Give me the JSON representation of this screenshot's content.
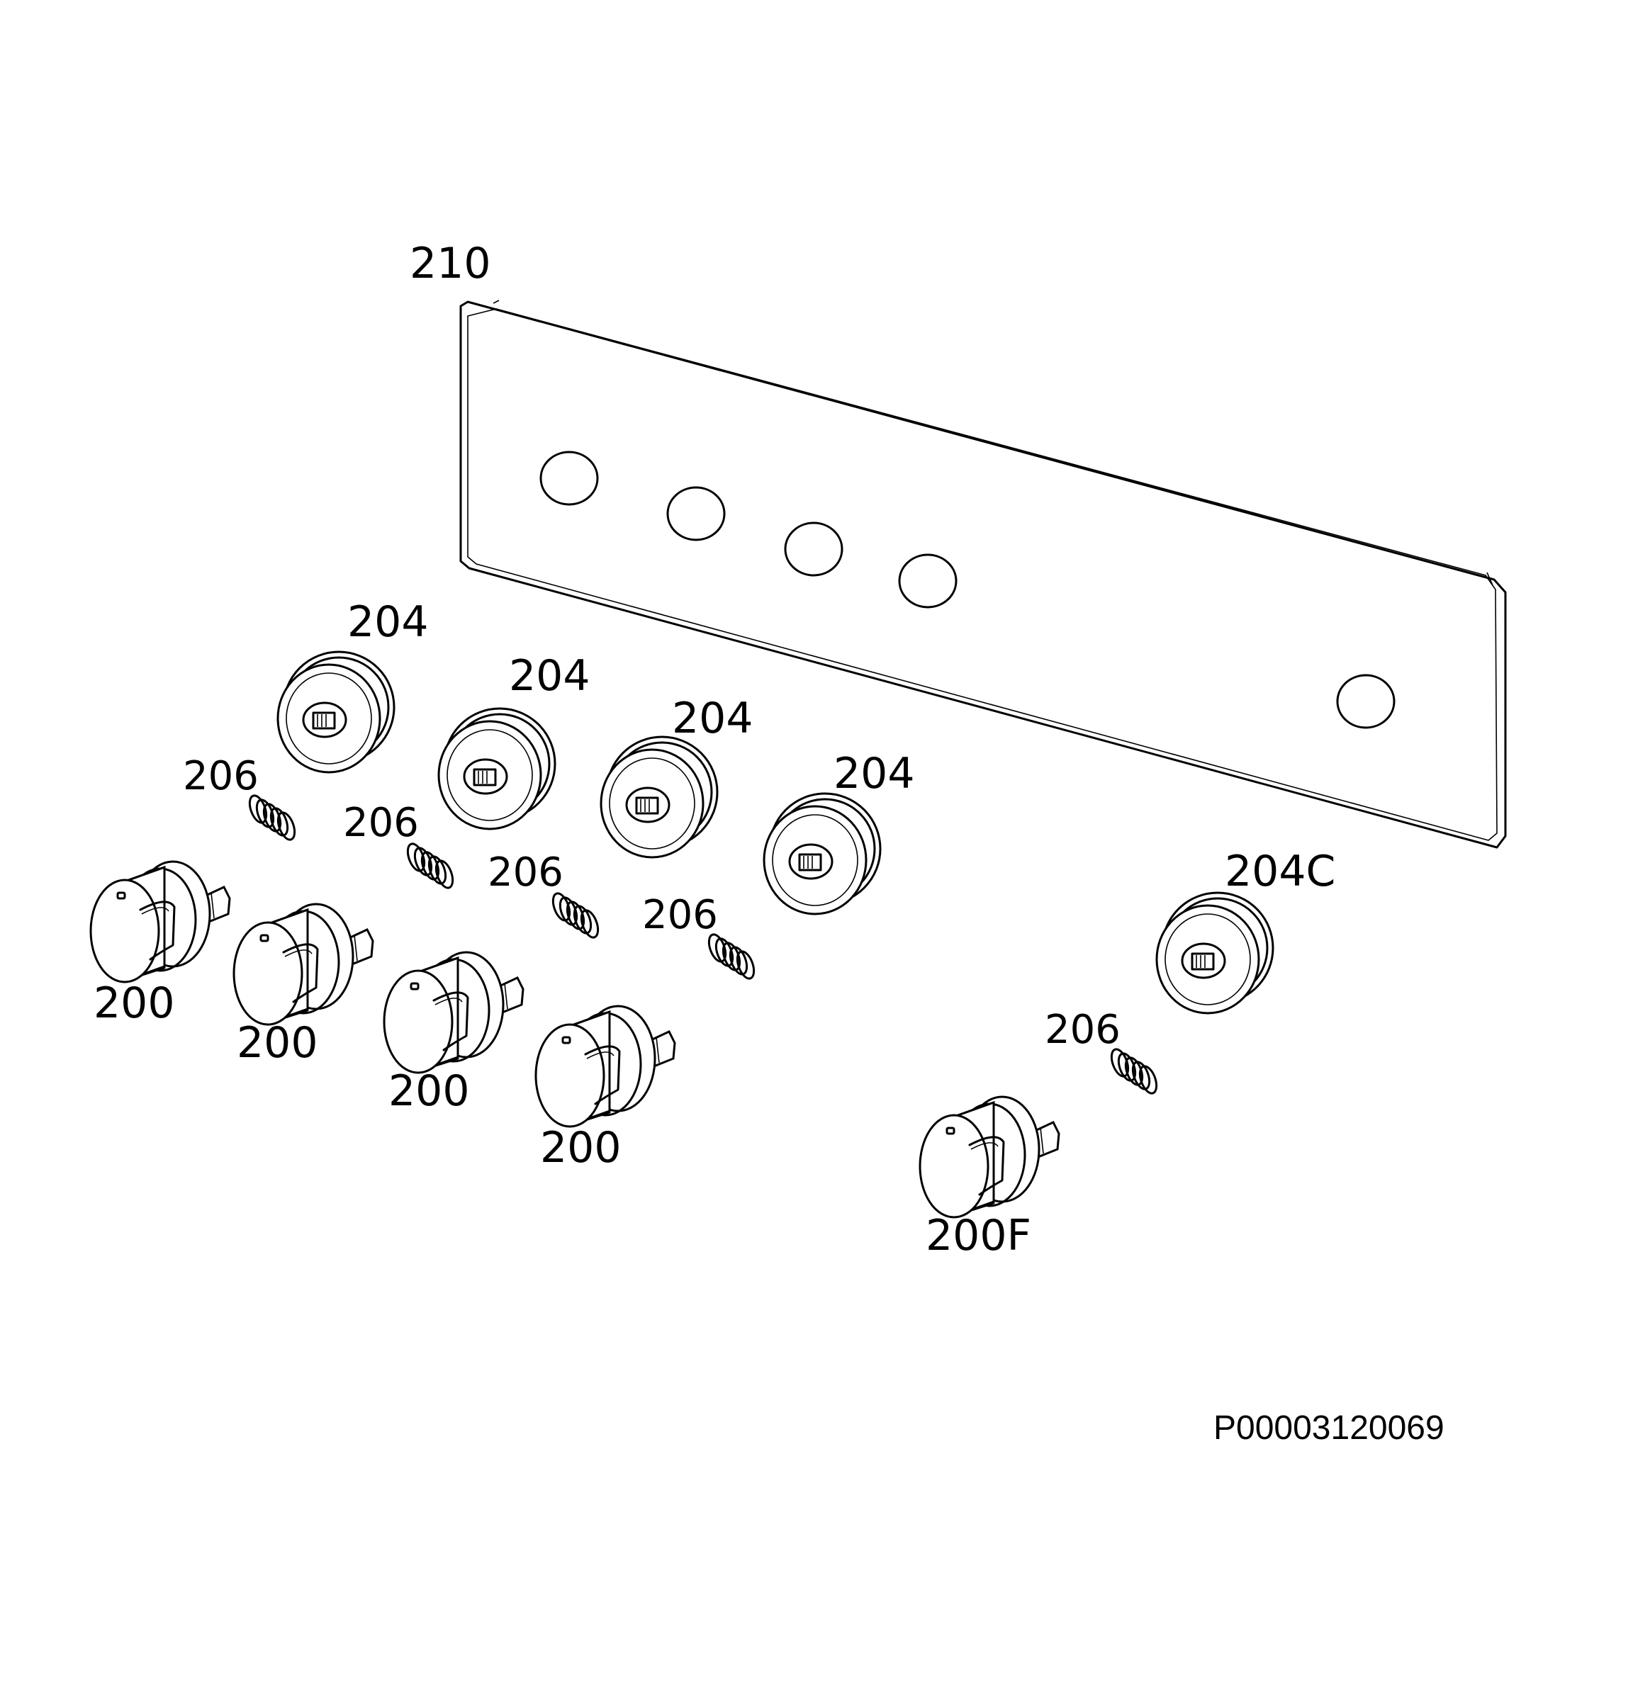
{
  "parts": {
    "panel": "210",
    "bezel_1": "204",
    "bezel_2": "204",
    "bezel_3": "204",
    "bezel_4": "204",
    "bezel_c": "204C",
    "spring_1": "206",
    "spring_2": "206",
    "spring_3": "206",
    "spring_4": "206",
    "spring_5": "206",
    "knob_1": "200",
    "knob_2": "200",
    "knob_3": "200",
    "knob_4": "200",
    "knob_f": "200F"
  },
  "drawing_code": "P00003120069"
}
